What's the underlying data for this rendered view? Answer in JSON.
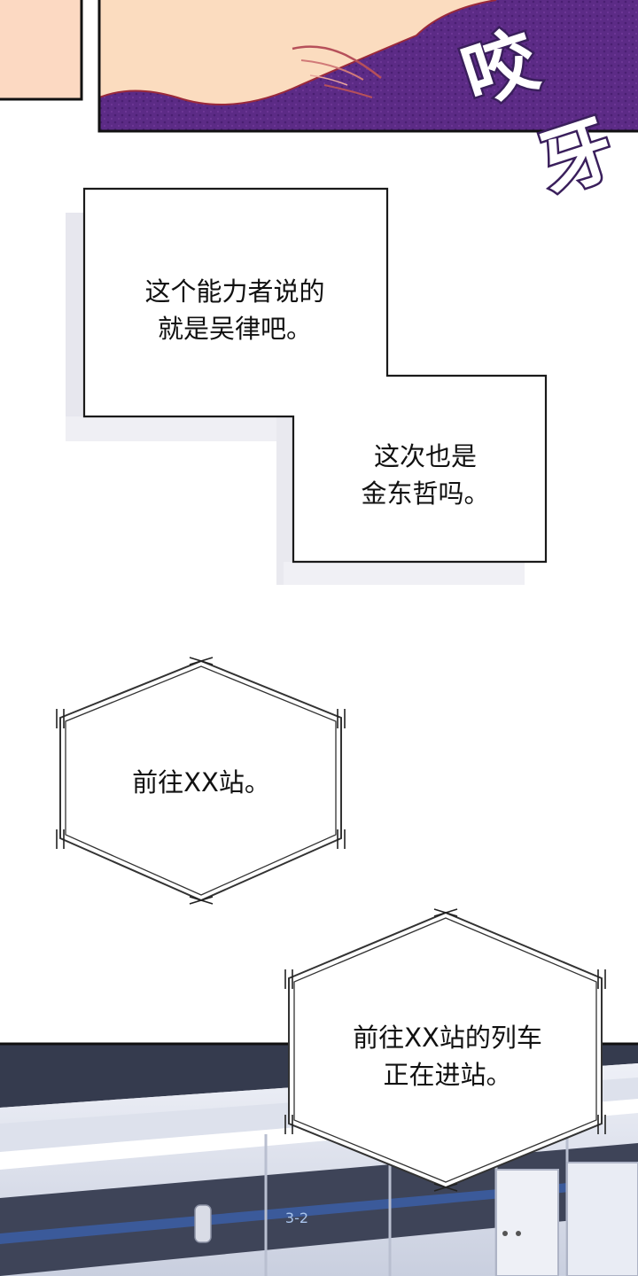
{
  "top_panel": {
    "sfx_text": "咬牙",
    "colors": {
      "skin": "#fbdcbf",
      "hair": "#5c2b86",
      "hair_shade": "#3f1c63",
      "sfx_fill": "#ffffff",
      "sfx_outline": "#3a1f5c"
    }
  },
  "bubble_1": {
    "text": "这个能力者说的\n就是吴律吧。"
  },
  "bubble_2": {
    "text": "这次也是\n金东哲吗。"
  },
  "bubble_3": {
    "text": "前往XX站。"
  },
  "bubble_4": {
    "text": "前往XX站的列车\n正在进站。"
  },
  "bottom_panel": {
    "sign_text": "3-2",
    "colors": {
      "sky": "#f1f2f8",
      "platform": "#d7dbe8",
      "dark": "#353b4e",
      "accent": "#3b5a9a"
    }
  }
}
